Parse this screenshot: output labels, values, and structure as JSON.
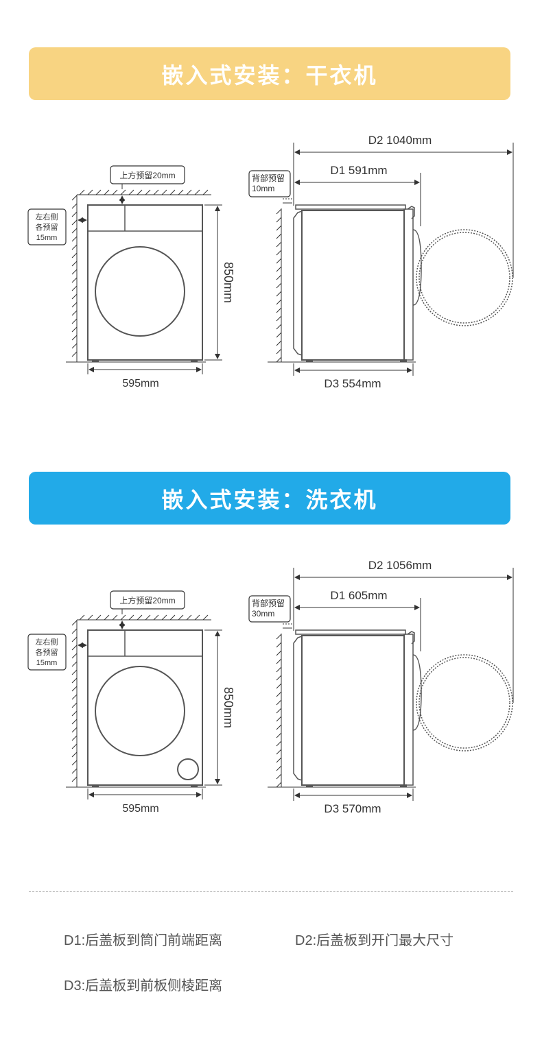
{
  "sections": [
    {
      "title": "嵌入式安装：干衣机",
      "top_label": "上方预留20mm",
      "side_label": [
        "左右侧",
        "各预留",
        "15mm"
      ],
      "height_label": "850mm",
      "width_label": "595mm",
      "back_label": [
        "背部预留",
        "10mm"
      ],
      "d1_label": "D1 591mm",
      "d2_label": "D2 1040mm",
      "d3_label": "D3 554mm",
      "has_filter_cap": false
    },
    {
      "title": "嵌入式安装：洗衣机",
      "top_label": "上方预留20mm",
      "side_label": [
        "左右侧",
        "各预留",
        "15mm"
      ],
      "height_label": "850mm",
      "width_label": "595mm",
      "back_label": [
        "背部预留",
        "30mm"
      ],
      "d1_label": "D1 605mm",
      "d2_label": "D2 1056mm",
      "d3_label": "D3 570mm",
      "has_filter_cap": true
    }
  ],
  "legend": {
    "d1": "D1:后盖板到筒门前端距离",
    "d2": "D2:后盖板到开门最大尺寸",
    "d3": "D3:后盖板到前板侧棱距离"
  },
  "colors": {
    "dryer_banner": "#f8d482",
    "washer_banner": "#22aae8",
    "line": "#333333"
  }
}
